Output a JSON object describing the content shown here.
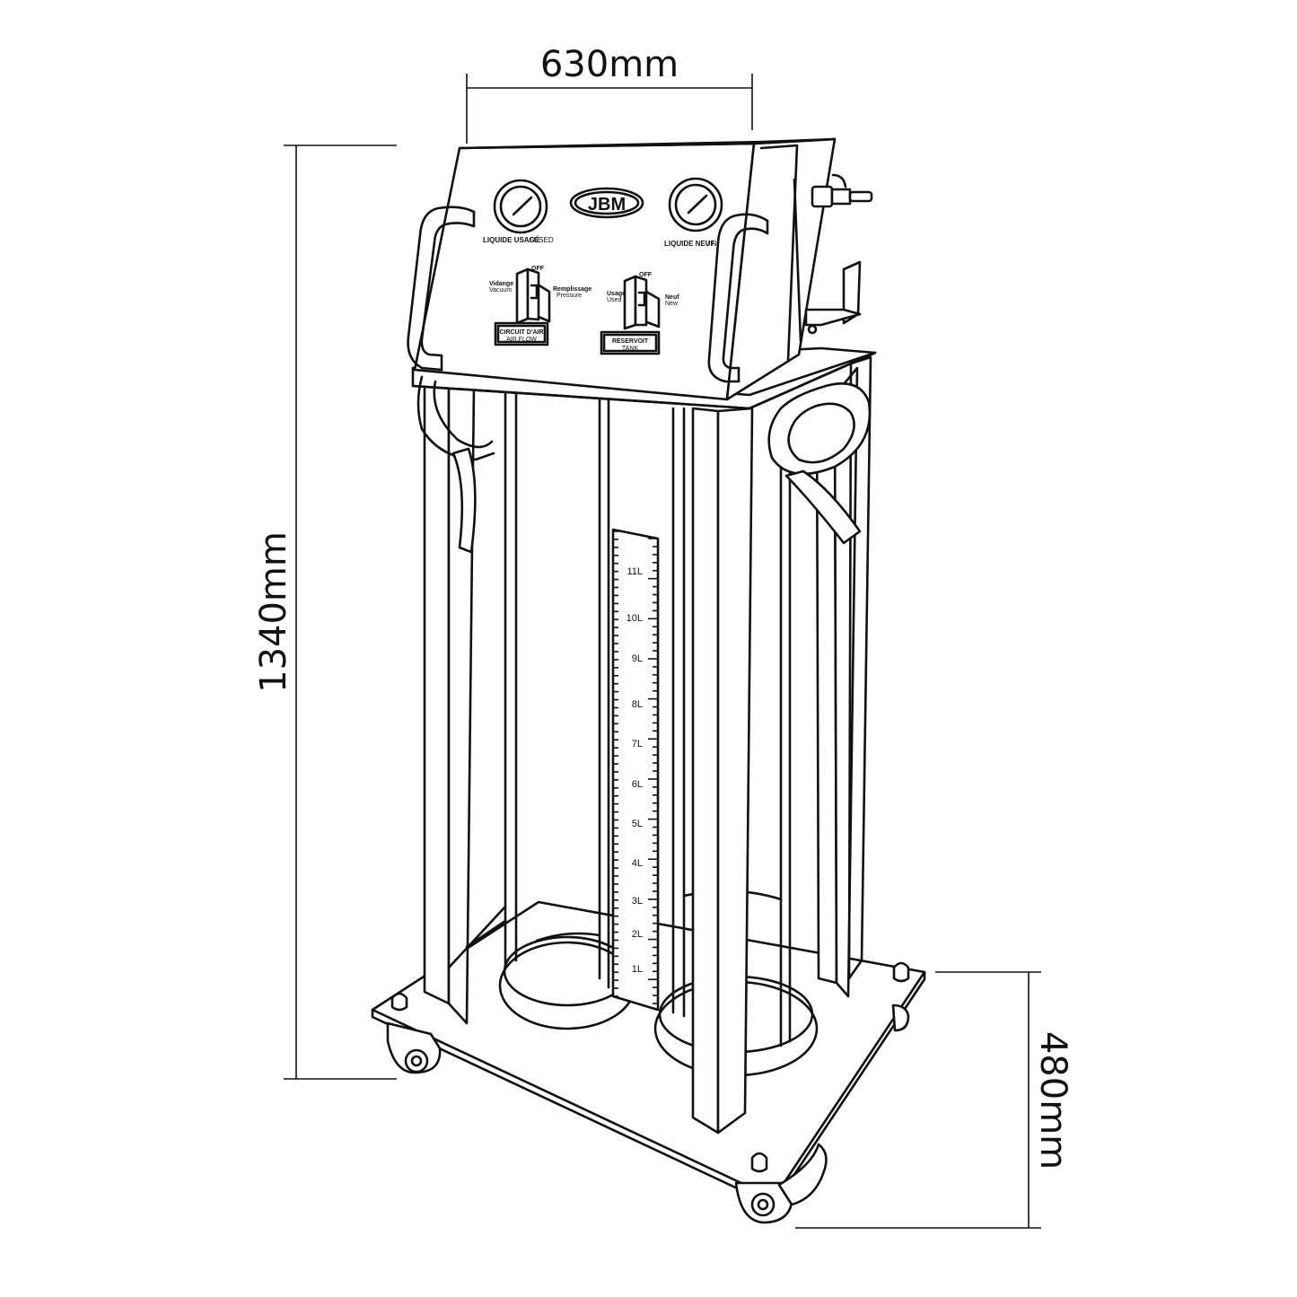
{
  "dimensions": {
    "width": "630mm",
    "height": "1340mm",
    "base_height": "480mm"
  },
  "logo": "JBM",
  "gauges": {
    "left": {
      "label_fr": "LIQUIDE USAGÉ",
      "label_en": "/ USED"
    },
    "right": {
      "label_fr": "LIQUIDE NEUF",
      "label_en": "/ N"
    }
  },
  "switches": {
    "air": {
      "off": "OFF",
      "left_fr": "Vidange",
      "left_en": "Vacuum",
      "right_fr": "Remplissage",
      "right_en": "Pressure",
      "plate_fr": "CIRCUIT D'AIR",
      "plate_en": "AIR FLOW"
    },
    "tank": {
      "off": "OFF",
      "left_fr": "Usagé",
      "left_en": "Used",
      "right_fr": "Neuf",
      "right_en": "New",
      "plate_fr": "RÉSERVOIT",
      "plate_en": "TANK"
    }
  },
  "scale": {
    "labels": [
      "11L",
      "10L",
      "9L",
      "8L",
      "7L",
      "6L",
      "5L",
      "4L",
      "3L",
      "2L",
      "1L"
    ]
  }
}
